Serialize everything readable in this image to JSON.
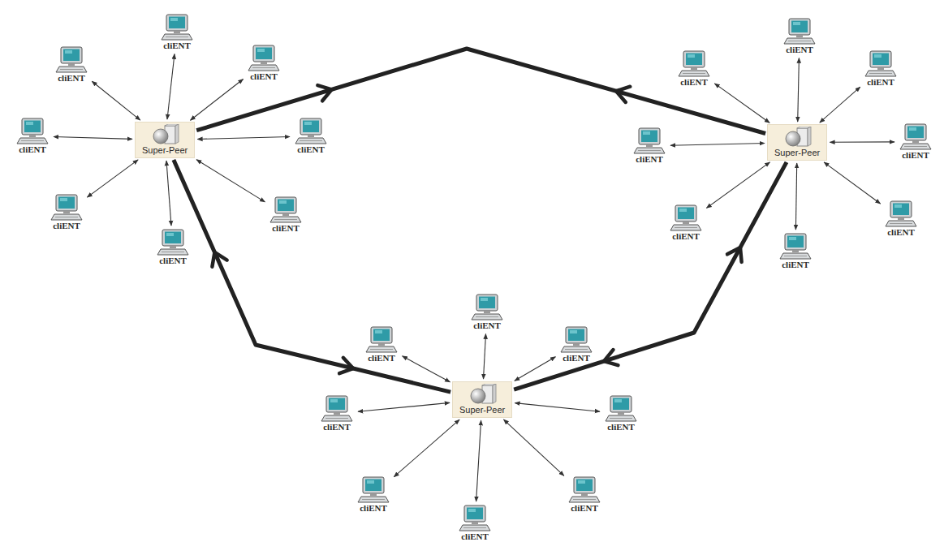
{
  "diagram": {
    "nodes": [
      {
        "text": [
          "Super-Peer"
        ]
      },
      {
        "text": [
          "cliENT"
        ]
      },
      {
        "text": [
          "cliENT"
        ]
      },
      {
        "text": [
          "cliENT"
        ]
      },
      {
        "text": [
          "cliENT"
        ]
      },
      {
        "text": [
          "cliENT"
        ]
      },
      {
        "text": [
          "cliENT"
        ]
      },
      {
        "text": [
          "cliENT"
        ]
      },
      {
        "text": [
          "cliENT"
        ]
      },
      {
        "text": [
          "Super-Peer"
        ]
      },
      {
        "text": [
          "cliENT"
        ]
      },
      {
        "text": [
          "cliENT"
        ]
      },
      {
        "text": [
          "cliENT"
        ]
      },
      {
        "text": [
          "cliENT"
        ]
      },
      {
        "text": [
          "cliENT"
        ]
      },
      {
        "text": [
          "cliENT"
        ]
      },
      {
        "text": [
          "cliENT"
        ]
      },
      {
        "text": [
          "cliENT"
        ]
      },
      {
        "text": [
          "Super-Peer"
        ]
      },
      {
        "text": [
          "cliENT"
        ]
      },
      {
        "text": [
          "cliENT"
        ]
      },
      {
        "text": [
          "cliENT"
        ]
      },
      {
        "text": [
          "cliENT"
        ]
      },
      {
        "text": [
          "cliENT"
        ]
      },
      {
        "text": [
          "cliENT"
        ]
      },
      {
        "text": [
          "cliENT"
        ]
      },
      {
        "text": [
          "cliENT"
        ]
      }
    ],
    "edges": [
      {
        "from": 0,
        "to": 1,
        "arrow": "both"
      },
      {
        "from": 0,
        "to": 2,
        "arrow": "both"
      },
      {
        "from": 0,
        "to": 3,
        "arrow": "both"
      },
      {
        "from": 0,
        "to": 4,
        "arrow": "both"
      },
      {
        "from": 0,
        "to": 5,
        "arrow": "both"
      },
      {
        "from": 0,
        "to": 6,
        "arrow": "both"
      },
      {
        "from": 0,
        "to": 7,
        "arrow": "both"
      },
      {
        "from": 0,
        "to": 8,
        "arrow": "both"
      },
      {
        "from": 9,
        "to": 10,
        "arrow": "both"
      },
      {
        "from": 9,
        "to": 11,
        "arrow": "both"
      },
      {
        "from": 9,
        "to": 12,
        "arrow": "both"
      },
      {
        "from": 9,
        "to": 13,
        "arrow": "both"
      },
      {
        "from": 9,
        "to": 14,
        "arrow": "both"
      },
      {
        "from": 9,
        "to": 15,
        "arrow": "both"
      },
      {
        "from": 9,
        "to": 16,
        "arrow": "both"
      },
      {
        "from": 9,
        "to": 17,
        "arrow": "both"
      },
      {
        "from": 18,
        "to": 19,
        "arrow": "both"
      },
      {
        "from": 18,
        "to": 20,
        "arrow": "both"
      },
      {
        "from": 18,
        "to": 21,
        "arrow": "both"
      },
      {
        "from": 18,
        "to": 22,
        "arrow": "both"
      },
      {
        "from": 18,
        "to": 23,
        "arrow": "both"
      },
      {
        "from": 18,
        "to": 24,
        "arrow": "both"
      },
      {
        "from": 18,
        "to": 25,
        "arrow": "both"
      },
      {
        "from": 18,
        "to": 26,
        "arrow": "both"
      },
      {
        "from": 0,
        "to": 9,
        "arrow": "both"
      },
      {
        "from": 0,
        "to": 18,
        "arrow": "both"
      },
      {
        "from": 9,
        "to": 18,
        "arrow": "both"
      }
    ]
  }
}
